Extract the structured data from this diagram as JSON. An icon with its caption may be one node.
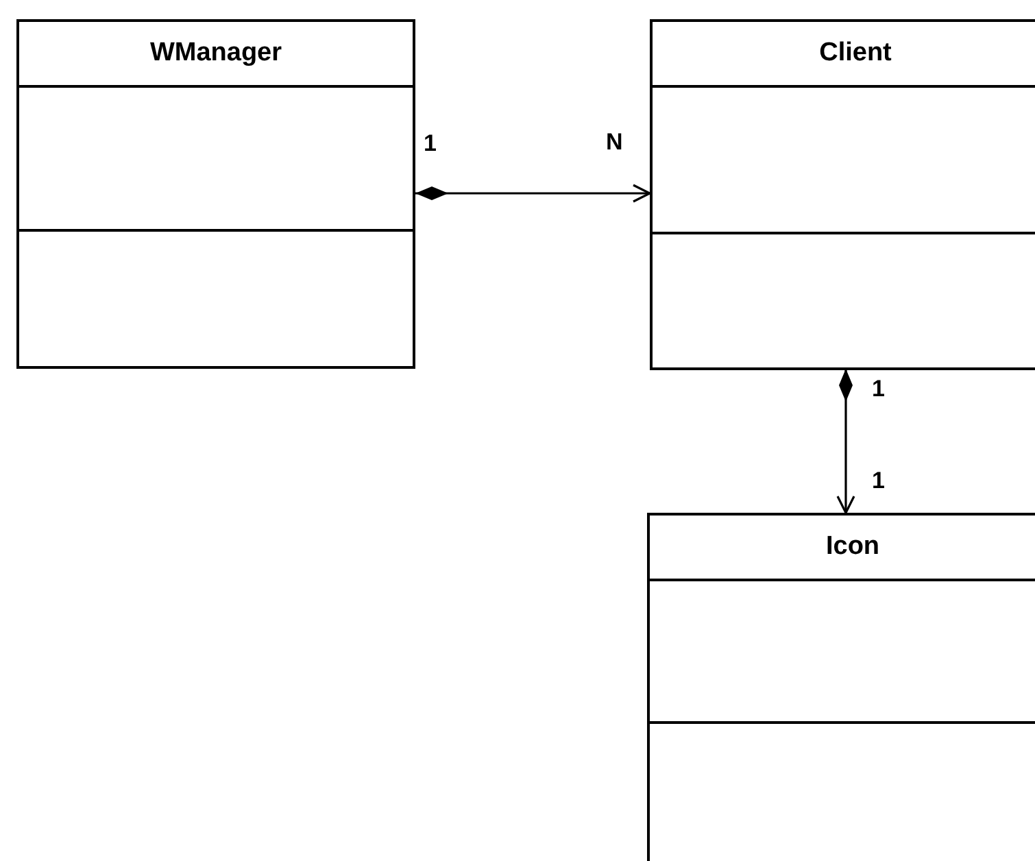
{
  "diagram": {
    "nodes": [
      {
        "text": [
          "WManager"
        ]
      },
      {
        "text": [
          "Client"
        ]
      },
      {
        "text": [
          "Icon"
        ]
      }
    ],
    "edges": [
      {
        "from": 0,
        "to": 1,
        "arrow": "to"
      },
      {
        "from": 1,
        "to": 2,
        "arrow": "to"
      }
    ],
    "labels": [
      "1",
      "N",
      "1",
      "1"
    ]
  }
}
